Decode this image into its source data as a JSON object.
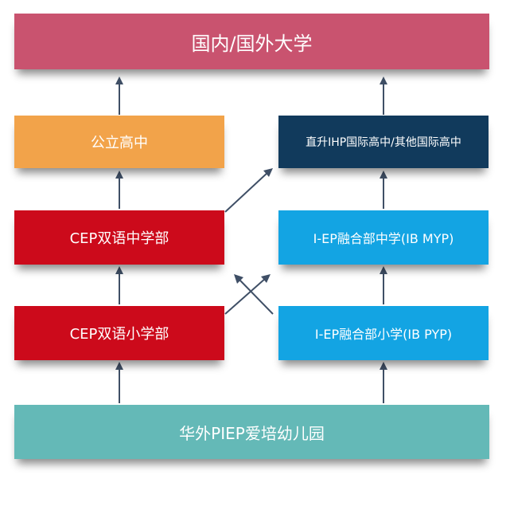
{
  "colors": {
    "university": "#c9536f",
    "public_high": "#f2a34a",
    "ihp_high": "#113a5c",
    "cep": "#cc0a1b",
    "iep": "#13a4e3",
    "kindergarten": "#64b9b7",
    "arrow": "#3f4f66"
  },
  "nodes": {
    "university": "国内/国外大学",
    "public_high": "公立高中",
    "ihp_high": "直升IHP国际高中/其他国际高中",
    "cep_middle": "CEP双语中学部",
    "iep_middle": "I-EP融合部中学(IB MYP)",
    "cep_primary": "CEP双语小学部",
    "iep_primary": "I-EP融合部小学(IB PYP)",
    "kindergarten": "华外PIEP爱培幼儿园"
  }
}
